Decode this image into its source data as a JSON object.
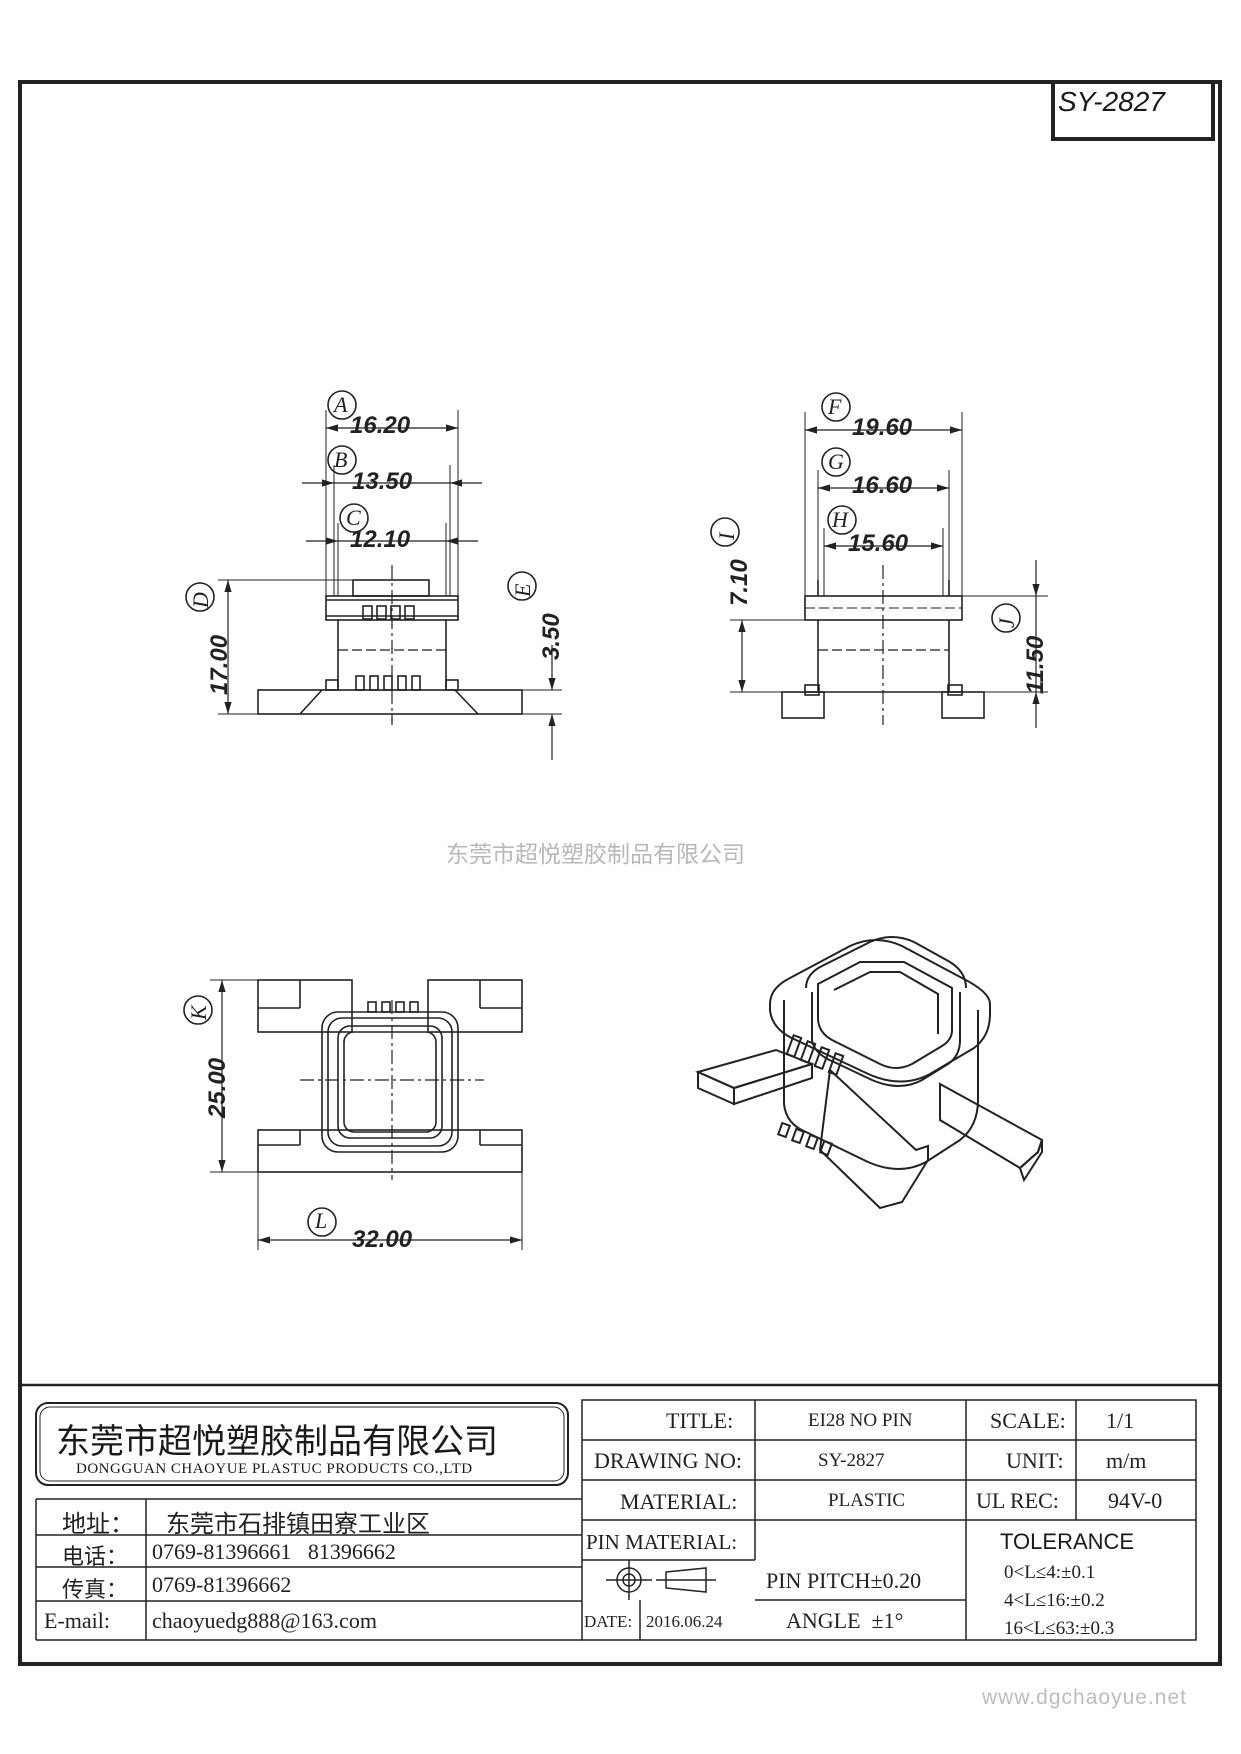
{
  "drawing_code": "SY-2827",
  "watermark": "东莞市超悦塑胶制品有限公司",
  "website": "www.dgchaoyue.net",
  "views": {
    "front": {
      "A": {
        "label": "A",
        "value": "16.20"
      },
      "B": {
        "label": "B",
        "value": "13.50"
      },
      "C": {
        "label": "C",
        "value": "12.10"
      },
      "D": {
        "label": "D",
        "value": "17.00"
      },
      "E": {
        "label": "E",
        "value": "3.50"
      }
    },
    "side": {
      "F": {
        "label": "F",
        "value": "19.60"
      },
      "G": {
        "label": "G",
        "value": "16.60"
      },
      "H": {
        "label": "H",
        "value": "15.60"
      },
      "I": {
        "label": "I",
        "value": "7.10"
      },
      "J": {
        "label": "J",
        "value": "11.50"
      }
    },
    "top": {
      "K": {
        "label": "K",
        "value": "25.00"
      },
      "L": {
        "label": "L",
        "value": "32.00"
      }
    }
  },
  "title_block": {
    "company_cn": "东莞市超悦塑胶制品有限公司",
    "company_en": "DONGGUAN CHAOYUE PLASTUC PRODUCTS CO.,LTD",
    "address_label": "地址：",
    "address": "东莞市石排镇田寮工业区",
    "tel_label": "电话：",
    "tel": "0769-81396661   81396662",
    "fax_label": "传真：",
    "fax": "0769-81396662",
    "email_label": "E-mail:",
    "email": "chaoyuedg888@163.com",
    "title_label": "TITLE:",
    "title": "EI28 NO PIN",
    "drawing_no_label": "DRAWING NO:",
    "drawing_no": "SY-2827",
    "material_label": "MATERIAL:",
    "material": "PLASTIC",
    "pin_material_label": "PIN MATERIAL:",
    "pin_material": "",
    "pin_pitch": "PIN PITCH±0.20",
    "angle": "ANGLE  ±1°",
    "date_label": "DATE:",
    "date": "2016.06.24",
    "scale_label": "SCALE:",
    "scale": "1/1",
    "unit_label": "UNIT:",
    "unit": "m/m",
    "ul_label": "UL REC:",
    "ul": "94V-0",
    "tolerance_label": "TOLERANCE",
    "tolerance": [
      "0<L≤4:±0.1",
      "4<L≤16:±0.2",
      "16<L≤63:±0.3"
    ]
  }
}
